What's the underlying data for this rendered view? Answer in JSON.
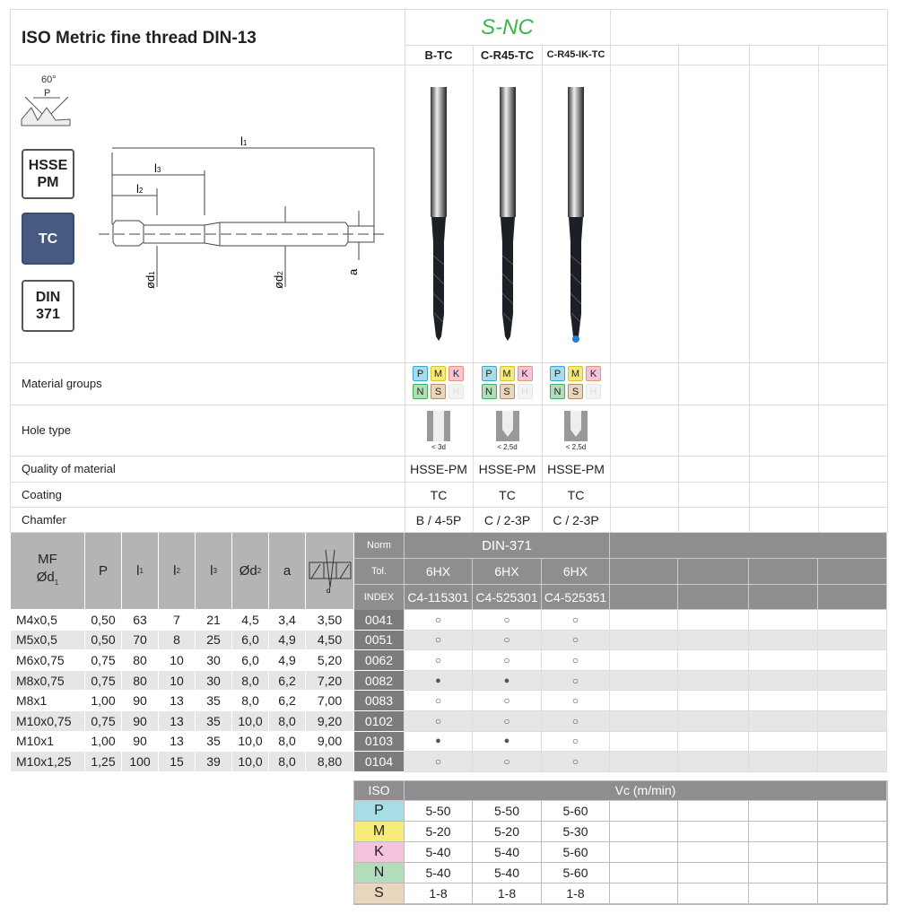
{
  "title": "ISO Metric fine thread DIN-13",
  "brand": "S-NC",
  "products": [
    "B-TC",
    "C-R45-TC",
    "C-R45-IK-TC"
  ],
  "thread_icon": {
    "angle": "60°",
    "pitch": "P"
  },
  "badges": {
    "material": "HSSE\nPM",
    "coating": "TC",
    "norm": "DIN\n371"
  },
  "drawing_labels": {
    "l1": "l",
    "l1s": "1",
    "l2": "l",
    "l2s": "2",
    "l3": "l",
    "l3s": "3",
    "d1": "ød",
    "d1s": "1",
    "d2": "ød",
    "d2s": "2",
    "a": "a"
  },
  "rows": {
    "material_groups": "Material groups",
    "hole_type": "Hole type",
    "quality": "Quality of material",
    "coating": "Coating",
    "chamfer": "Chamfer"
  },
  "material_letters": [
    "P",
    "M",
    "K",
    "N",
    "S",
    "H"
  ],
  "hole_depths": [
    "< 3d",
    "< 2,5d",
    "< 2,5d"
  ],
  "quality": [
    "HSSE-PM",
    "HSSE-PM",
    "HSSE-PM"
  ],
  "coating": [
    "TC",
    "TC",
    "TC"
  ],
  "chamfer": [
    "B / 4-5P",
    "C / 2-3P",
    "C / 2-3P"
  ],
  "table": {
    "headers": {
      "mf": "MF",
      "d1": "Ød",
      "d1s": "1",
      "p": "P",
      "l1": "l",
      "l1s": "1",
      "l2": "l",
      "l2s": "2",
      "l3": "l",
      "l3s": "3",
      "d2": "Ød",
      "d2s": "2",
      "a": "a",
      "drill": "d"
    },
    "norm_label": "Norm",
    "tol_label": "Tol.",
    "index_label": "INDEX",
    "norm": "DIN-371",
    "tol": [
      "6HX",
      "6HX",
      "6HX"
    ],
    "index": [
      "C4-115301",
      "C4-525301",
      "C4-525351"
    ],
    "rows": [
      {
        "cells": [
          "M4x0,5",
          "0,50",
          "63",
          "7",
          "21",
          "4,5",
          "3,4",
          "3,50",
          "0041"
        ],
        "avail": [
          "○",
          "○",
          "○"
        ]
      },
      {
        "cells": [
          "M5x0,5",
          "0,50",
          "70",
          "8",
          "25",
          "6,0",
          "4,9",
          "4,50",
          "0051"
        ],
        "avail": [
          "○",
          "○",
          "○"
        ]
      },
      {
        "cells": [
          "M6x0,75",
          "0,75",
          "80",
          "10",
          "30",
          "6,0",
          "4,9",
          "5,20",
          "0062"
        ],
        "avail": [
          "○",
          "○",
          "○"
        ]
      },
      {
        "cells": [
          "M8x0,75",
          "0,75",
          "80",
          "10",
          "30",
          "8,0",
          "6,2",
          "7,20",
          "0082"
        ],
        "avail": [
          "●",
          "●",
          "○"
        ]
      },
      {
        "cells": [
          "M8x1",
          "1,00",
          "90",
          "13",
          "35",
          "8,0",
          "6,2",
          "7,00",
          "0083"
        ],
        "avail": [
          "○",
          "○",
          "○"
        ]
      },
      {
        "cells": [
          "M10x0,75",
          "0,75",
          "90",
          "13",
          "35",
          "10,0",
          "8,0",
          "9,20",
          "0102"
        ],
        "avail": [
          "○",
          "○",
          "○"
        ]
      },
      {
        "cells": [
          "M10x1",
          "1,00",
          "90",
          "13",
          "35",
          "10,0",
          "8,0",
          "9,00",
          "0103"
        ],
        "avail": [
          "●",
          "●",
          "○"
        ]
      },
      {
        "cells": [
          "M10x1,25",
          "1,25",
          "100",
          "15",
          "39",
          "10,0",
          "8,0",
          "8,80",
          "0104"
        ],
        "avail": [
          "○",
          "○",
          "○"
        ]
      }
    ]
  },
  "iso": {
    "header": "ISO",
    "vc": "Vc (m/min)",
    "rows": [
      {
        "g": "P",
        "color": "#a9dde6",
        "v": [
          "5-50",
          "5-50",
          "5-60"
        ]
      },
      {
        "g": "M",
        "color": "#f5ea7a",
        "v": [
          "5-20",
          "5-20",
          "5-30"
        ]
      },
      {
        "g": "K",
        "color": "#f6c3dc",
        "v": [
          "5-40",
          "5-40",
          "5-60"
        ]
      },
      {
        "g": "N",
        "color": "#b3dcbb",
        "v": [
          "5-40",
          "5-40",
          "5-60"
        ]
      },
      {
        "g": "S",
        "color": "#ead6bd",
        "v": [
          "1-8",
          "1-8",
          "1-8"
        ]
      }
    ]
  },
  "colors": {
    "brand": "#3cb64a",
    "tc": "#465a82"
  }
}
